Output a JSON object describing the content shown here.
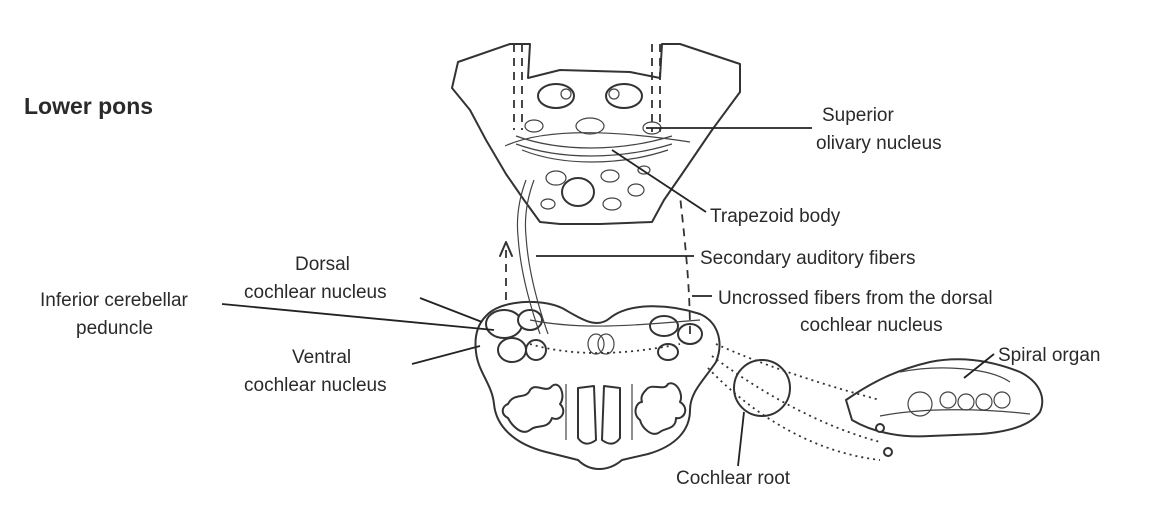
{
  "diagram": {
    "title": "Lower pons",
    "labels": {
      "superior_olivary_l1": "Superior",
      "superior_olivary_l2": "olivary nucleus",
      "trapezoid_body": "Trapezoid body",
      "secondary_auditory_fibers": "Secondary auditory fibers",
      "uncrossed_l1": "Uncrossed fibers from the dorsal",
      "uncrossed_l2": "cochlear nucleus",
      "dorsal_cochlear_l1": "Dorsal",
      "dorsal_cochlear_l2": "cochlear nucleus",
      "inferior_cerebellar_l1": "Inferior cerebellar",
      "inferior_cerebellar_l2": "peduncle",
      "ventral_cochlear_l1": "Ventral",
      "ventral_cochlear_l2": "cochlear nucleus",
      "spiral_organ": "Spiral organ",
      "cochlear_root": "Cochlear root"
    }
  }
}
